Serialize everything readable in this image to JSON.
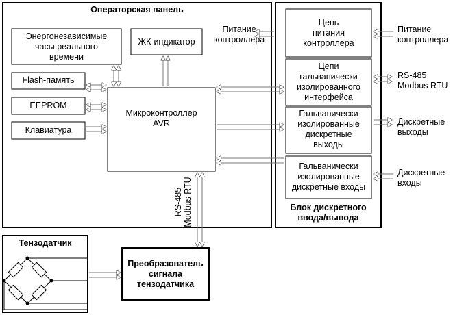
{
  "operator_panel": {
    "title": "Операторская панель",
    "rtc": [
      "Энергонезависимые",
      "часы реального",
      "времени"
    ],
    "lcd": "ЖК-индикатор",
    "flash": "Flash-память",
    "eeprom": "EEPROM",
    "keyboard": "Клавиатура",
    "mcu": [
      "Микроконтроллер",
      "AVR"
    ]
  },
  "left_power": [
    "Питание",
    "контроллера"
  ],
  "io_block": {
    "title": [
      "Блок дискретного",
      "ввода/вывода"
    ],
    "power_circuit": [
      "Цепь",
      "питания",
      "контроллера"
    ],
    "isolated_interface": [
      "Цепи",
      "гальванически",
      "изолированного",
      "интерфейса"
    ],
    "discrete_outputs": [
      "Гальванически",
      "изолированные",
      "дискретные",
      "выходы"
    ],
    "discrete_inputs": [
      "Гальванически",
      "изолированные",
      "дискретные входы"
    ]
  },
  "right_labels": {
    "power": [
      "Питание",
      "контроллера"
    ],
    "rs485": [
      "RS-485",
      "Modbus RTU"
    ],
    "outputs": [
      "Дискретные",
      "выходы"
    ],
    "inputs": [
      "Дискретные",
      "входы"
    ]
  },
  "bus_label": [
    "RS-485",
    "Modbus RTU"
  ],
  "tenzo_sensor": {
    "title": "Тензодатчик"
  },
  "converter": [
    "Преобразователь",
    "сигнала",
    "тензодатчика"
  ]
}
